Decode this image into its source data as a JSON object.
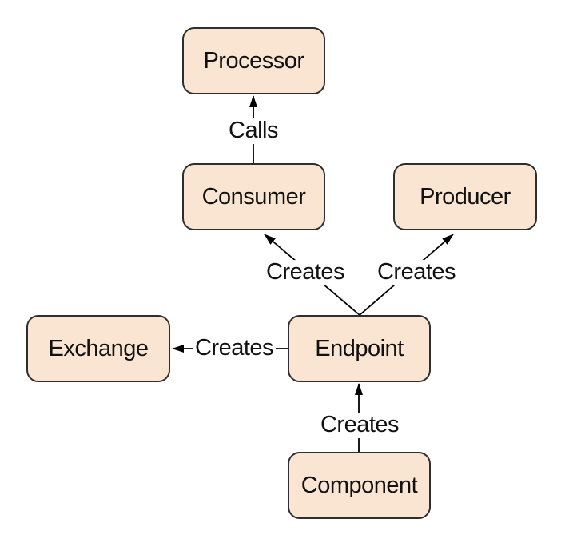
{
  "diagram": {
    "colors": {
      "node_fill": "#f9e5d1",
      "node_border": "#2e2e2e",
      "edge_line": "#000000",
      "label_text": "#111111",
      "background": "#ffffff"
    },
    "nodes": {
      "processor": {
        "label": "Processor"
      },
      "consumer": {
        "label": "Consumer"
      },
      "producer": {
        "label": "Producer"
      },
      "exchange": {
        "label": "Exchange"
      },
      "endpoint": {
        "label": "Endpoint"
      },
      "component": {
        "label": "Component"
      }
    },
    "edges": {
      "calls": {
        "label": "Calls",
        "from": "Consumer",
        "to": "Processor"
      },
      "creates_consumer": {
        "label": "Creates",
        "from": "Endpoint",
        "to": "Consumer"
      },
      "creates_producer": {
        "label": "Creates",
        "from": "Endpoint",
        "to": "Producer"
      },
      "creates_exchange": {
        "label": "Creates",
        "from": "Endpoint",
        "to": "Exchange"
      },
      "creates_endpoint": {
        "label": "Creates",
        "from": "Component",
        "to": "Endpoint"
      }
    }
  }
}
